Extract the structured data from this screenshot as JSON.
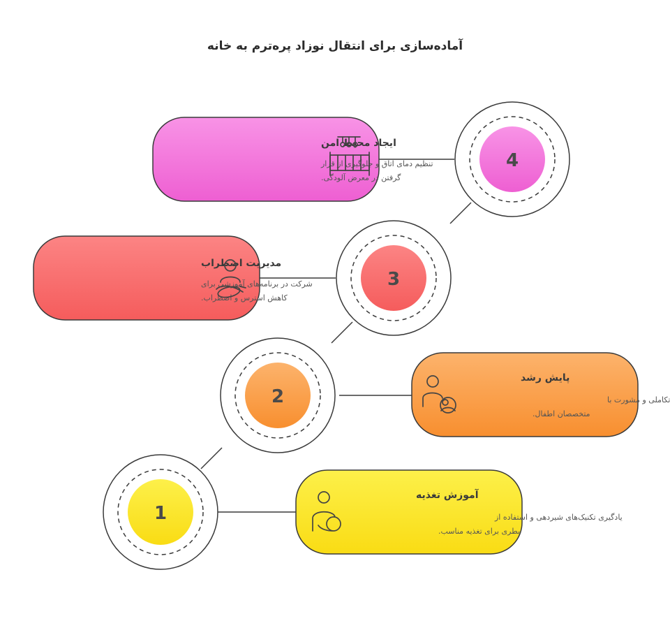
{
  "title": "آماده‌سازی برای انتقال نوزاد پره‌ترم به خانه",
  "steps": [
    {
      "number": "1",
      "title": "آموزش تغذیه",
      "description_lines": [
        "یادگیری تکنیک‌های شیردهی و استفاده از",
        "بطری برای تغذیه مناسب."
      ],
      "icon": "breastfeeding-icon",
      "color_top": "#fdf04a",
      "color_bottom": "#f9dc14"
    },
    {
      "number": "2",
      "title": "پایش رشد",
      "description_lines": [
        "شناخت علائم تأخیر تکاملی و مشورت با",
        "متخصصان اطفال."
      ],
      "icon": "parent-baby-icon",
      "color_top": "#fcb36c",
      "color_bottom": "#f88f2f"
    },
    {
      "number": "3",
      "title": "مدیریت اضطراب",
      "description_lines": [
        "شرکت در برنامه‌های آموزشی برای",
        "کاهش استرس و اضطراب."
      ],
      "icon": "mother-holding-baby-icon",
      "color_top": "#fc8484",
      "color_bottom": "#f55c5c"
    },
    {
      "number": "4",
      "title": "ایجاد محیط امن",
      "description_lines": [
        "تنظیم دمای اتاق و جلوگیری از قرار",
        "گرفتن در معرض آلودگی."
      ],
      "icon": "crib-icon",
      "color_top": "#f893e6",
      "color_bottom": "#ee5fd2"
    }
  ]
}
